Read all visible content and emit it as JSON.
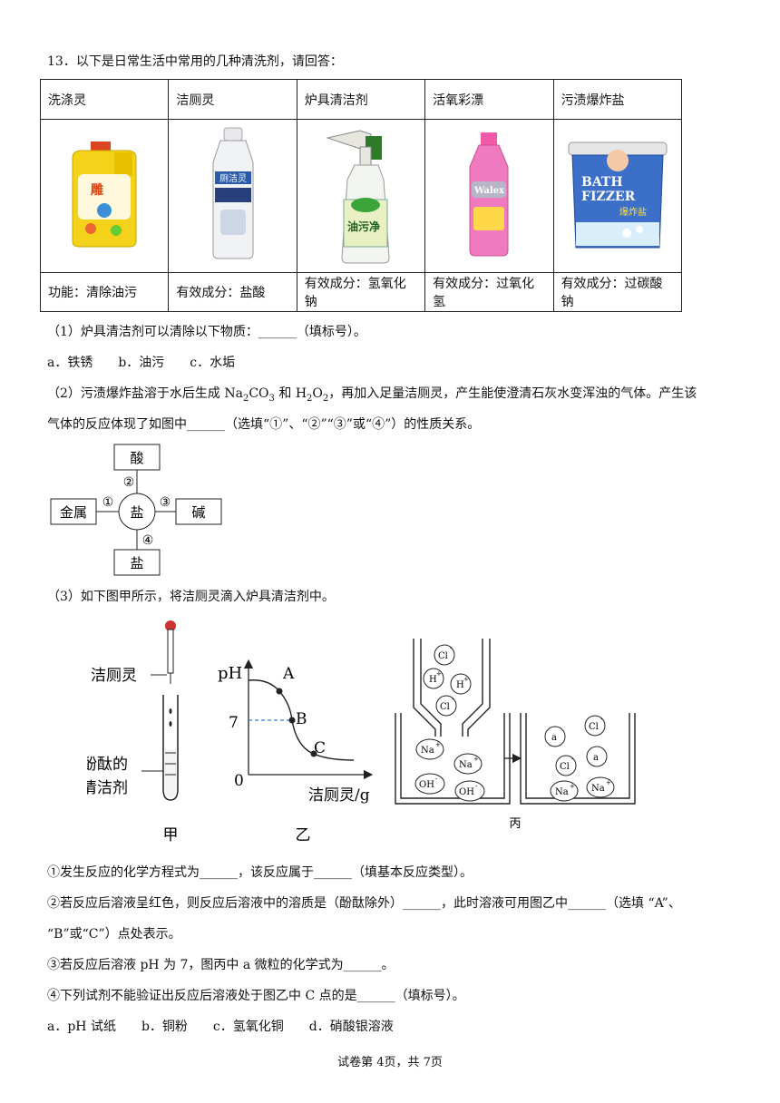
{
  "question": {
    "title": "13．以下是日常生活中常用的几种清洗剂，请回答：",
    "products": [
      {
        "name": "洗涤灵",
        "info": "功能：清除油污",
        "image": "yellow-detergent-bottle"
      },
      {
        "name": "洁厕灵",
        "info": "有效成分：盐酸",
        "image": "toilet-cleaner-bottle",
        "label": "厕洁灵"
      },
      {
        "name": "炉具清洁剂",
        "info": "有效成分：氢氧化钠",
        "image": "spray-bottle",
        "label": "油污净"
      },
      {
        "name": "活氧彩漂",
        "info": "有效成分：过氧化氢",
        "image": "pink-bleach-bottle",
        "label": "Walex"
      },
      {
        "name": "污渍爆炸盐",
        "info": "有效成分：过碳酸钠",
        "image": "bath-fizzer-tub",
        "label1": "BATH",
        "label2": "FIZZER",
        "label3": "爆炸盐"
      }
    ]
  },
  "part1": {
    "text": "（1）炉具清洁剂可以清除以下物质：______（填标号）。",
    "options": "a．铁锈　　b．油污　　c．水垢"
  },
  "part2": {
    "line1a": "（2）污渍爆炸盐溶于水后生成 Na",
    "line1b": "CO",
    "line1c": " 和 H",
    "line1d": "O",
    "line1e": "，再加入足量洁厕灵，产生能使澄清石灰水变浑浊的气体。产生该",
    "sub2": "2",
    "sub3": "3",
    "line2": "气体的反应体现了如图中______（选填“①”、“②”“③”或“④”）的性质关系。"
  },
  "diagram": {
    "acid": "酸",
    "metal": "金属",
    "salt_center": "盐",
    "base": "碱",
    "salt_bottom": "盐",
    "n1": "①",
    "n2": "②",
    "n3": "③",
    "n4": "④"
  },
  "part3": {
    "intro": "（3）如下图甲所示，将洁厕灵滴入炉具清洁剂中。",
    "fig_jia": {
      "dropper_label": "洁厕灵",
      "tube_label1": "滴有酚酞的",
      "tube_label2": "炉具清洁剂",
      "caption": "甲"
    },
    "fig_yi": {
      "ylabel": "pH",
      "xlabel": "洁厕灵/g",
      "seven": "7",
      "zero": "0",
      "A": "A",
      "B": "B",
      "C": "C",
      "caption": "乙"
    },
    "fig_bing": {
      "caption": "丙",
      "cl": "Cl",
      "h": "H",
      "na": "Na",
      "oh": "OH",
      "a": "a",
      "minus": "-",
      "plus": "+"
    },
    "q1": "①发生反应的化学方程式为______，该反应属于______（填基本反应类型）。",
    "q2a": "②若反应后溶液呈红色，则反应后溶液中的溶质是（酚酞除外）______，此时溶液可用图乙中______（选填 “A”、",
    "q2b": "“B”或“C”）点处表示。",
    "q3": "③若反应后溶液 pH 为 7，图丙中 a 微粒的化学式为______。",
    "q4": "④下列试剂不能验证出反应后溶液处于图乙中 C 点的是______（填标号）。",
    "q4options": "a．pH 试纸　　b．铜粉　　c．氢氧化铜　　d．硝酸银溶液"
  },
  "footer": "试卷第 4页，共 7页"
}
